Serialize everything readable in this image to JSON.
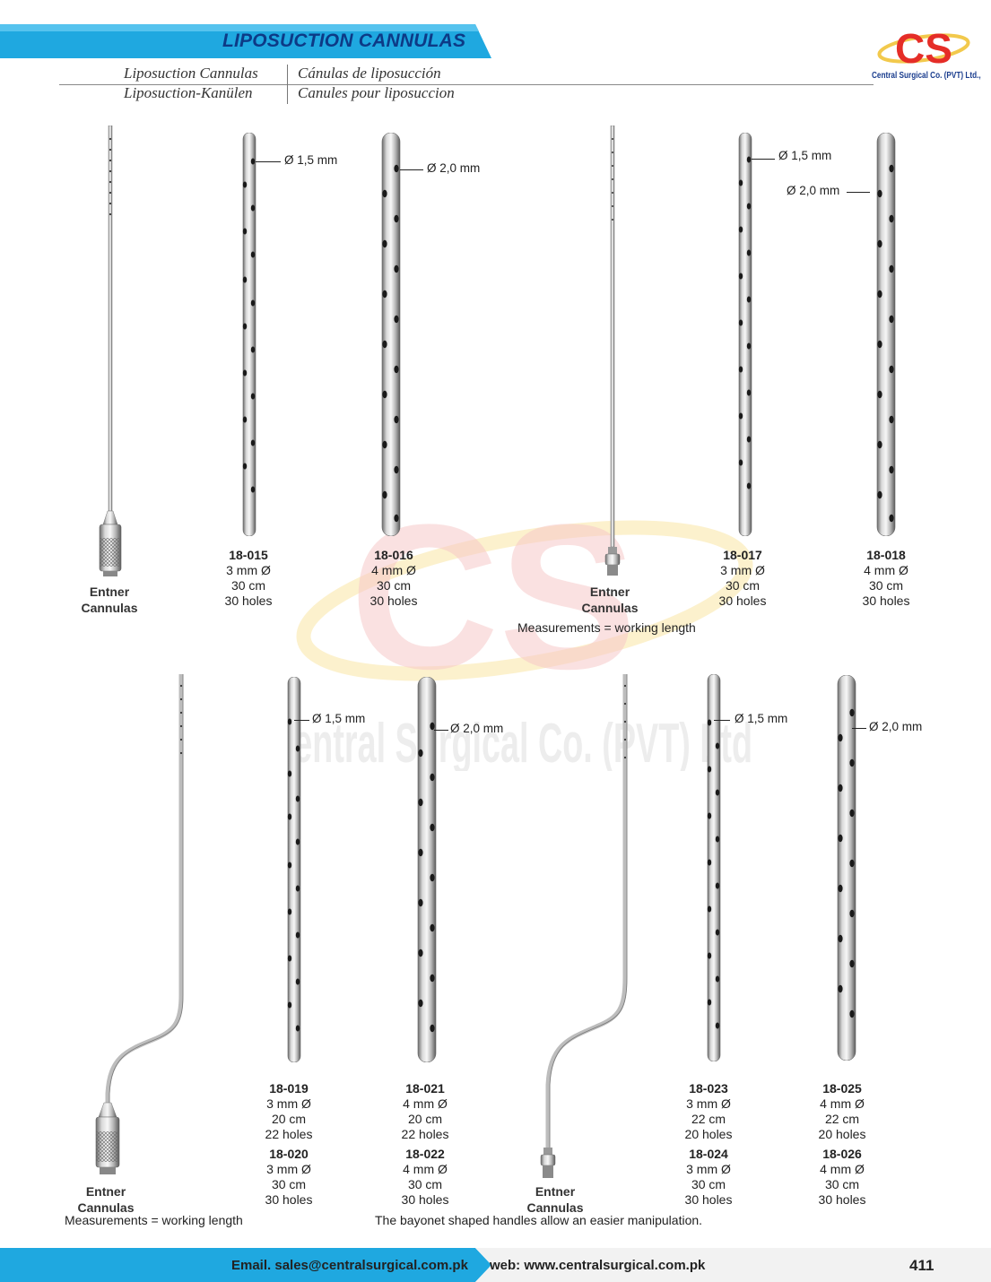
{
  "header": {
    "title": "LIPOSUCTION CANNULAS",
    "subtitles": [
      "Liposuction Cannulas",
      "Cánulas de liposucción",
      "Liposuction-Kanülen",
      "Canules pour liposuccion"
    ],
    "logo_text": "CS",
    "company": "Central Surgical Co. (PVT) Ltd.,",
    "accent_color": "#1fa8e0",
    "title_color": "#0d3a86"
  },
  "watermark": {
    "logo_text": "CS",
    "company": "Central Surgical Co. (PVT) Ltd.,"
  },
  "labels": {
    "dia_15": "Ø 1,5 mm",
    "dia_20": "Ø 2,0 mm",
    "entner_line1": "Entner",
    "entner_line2": "Cannulas"
  },
  "notes": {
    "working_length": "Measurements = working length",
    "bayonet": "The bayonet shaped handles allow an easier manipulation."
  },
  "row1": [
    {
      "code": "18-015",
      "diameter": "3 mm Ø",
      "length": "30 cm",
      "holes": "30 holes"
    },
    {
      "code": "18-016",
      "diameter": "4 mm Ø",
      "length": "30 cm",
      "holes": "30 holes"
    },
    {
      "code": "18-017",
      "diameter": "3 mm Ø",
      "length": "30 cm",
      "holes": "30 holes"
    },
    {
      "code": "18-018",
      "diameter": "4 mm Ø",
      "length": "30 cm",
      "holes": "30 holes"
    }
  ],
  "row2": [
    {
      "code": "18-019",
      "diameter": "3 mm Ø",
      "length": "20 cm",
      "holes": "22 holes"
    },
    {
      "code": "18-020",
      "diameter": "3 mm Ø",
      "length": "30 cm",
      "holes": "30 holes"
    },
    {
      "code": "18-021",
      "diameter": "4 mm Ø",
      "length": "20 cm",
      "holes": "22 holes"
    },
    {
      "code": "18-022",
      "diameter": "4 mm Ø",
      "length": "30 cm",
      "holes": "30 holes"
    },
    {
      "code": "18-023",
      "diameter": "3 mm Ø",
      "length": "22 cm",
      "holes": "20 holes"
    },
    {
      "code": "18-024",
      "diameter": "3 mm Ø",
      "length": "30 cm",
      "holes": "30 holes"
    },
    {
      "code": "18-025",
      "diameter": "4 mm Ø",
      "length": "22 cm",
      "holes": "20 holes"
    },
    {
      "code": "18-026",
      "diameter": "4 mm Ø",
      "length": "30 cm",
      "holes": "30 holes"
    }
  ],
  "footer": {
    "email": "Email. sales@centralsurgical.com.pk",
    "web": "web: www.centralsurgical.com.pk",
    "page_number": "411",
    "bar_color": "#1fa8e0"
  }
}
